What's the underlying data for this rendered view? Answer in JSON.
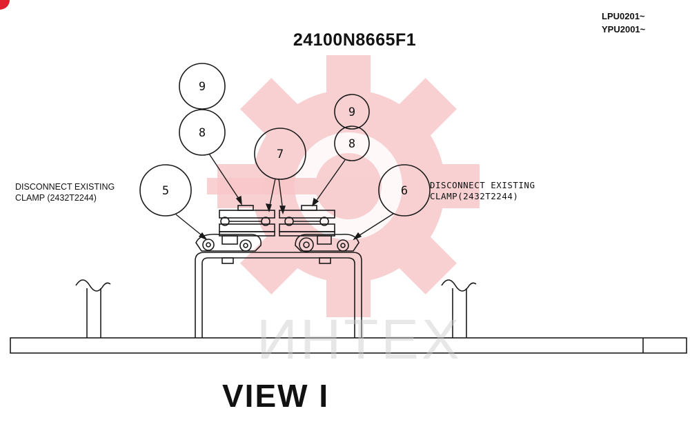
{
  "title": "24100N8665F1",
  "models": [
    "LPU0201~",
    "YPU2001~"
  ],
  "view_label": "VIEW  I",
  "notes": {
    "left": [
      "DISCONNECT EXISTING",
      "CLAMP (2432T2244)"
    ],
    "right": [
      "DISCONNECT EXISTING",
      "CLAMP(2432T2244)"
    ]
  },
  "callouts": [
    "9",
    "8",
    "7",
    "9",
    "8",
    "5",
    "6"
  ],
  "watermark": {
    "text": "ИНТЕХ"
  },
  "colors": {
    "line": "#1a1a1a",
    "watermark": "#f7c5c8",
    "badge": "#e0222f"
  }
}
